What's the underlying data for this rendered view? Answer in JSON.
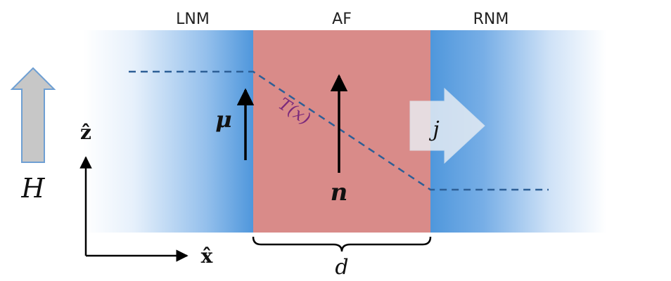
{
  "regions": {
    "left": {
      "label": "LNM"
    },
    "middle": {
      "label": "AF"
    },
    "right": {
      "label": "RNM"
    }
  },
  "symbols": {
    "field": "H",
    "mu": "μ",
    "n": "n",
    "current": "j",
    "temperature": "T(x)",
    "width": "d",
    "z_axis": "ẑ",
    "x_axis": "x̂"
  },
  "colors": {
    "af_fill": "#d98b89",
    "nm_blue": "#4f97dc",
    "dashed_line": "#2d5f96",
    "temperature_label": "#7b2a7b",
    "field_arrow": "#c7c7c7",
    "field_arrow_border": "#6e9fd3",
    "current_arrow": "#e9eef4"
  },
  "icons": {
    "field": "up-arrow-icon",
    "current": "right-arrow-icon",
    "axis": "axis-arrow-icon"
  }
}
